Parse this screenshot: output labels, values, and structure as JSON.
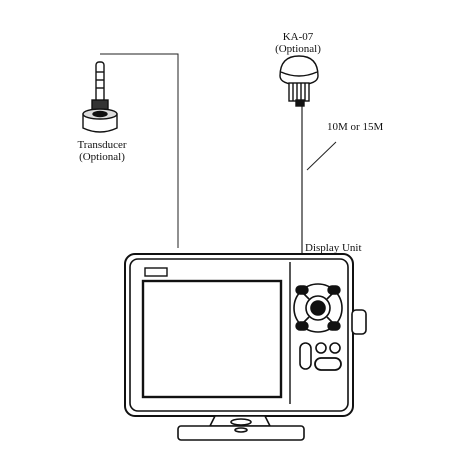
{
  "labels": {
    "transducer": "Transducer",
    "transducer_optional": "(Optional)",
    "antenna": "KA-07",
    "antenna_optional": "(Optional)",
    "cable_length": "10M or 15M",
    "display_unit": "Display Unit"
  },
  "colors": {
    "ink": "#111111",
    "screen_fill": "#ffffff",
    "bezel_fill": "#ffffff"
  }
}
